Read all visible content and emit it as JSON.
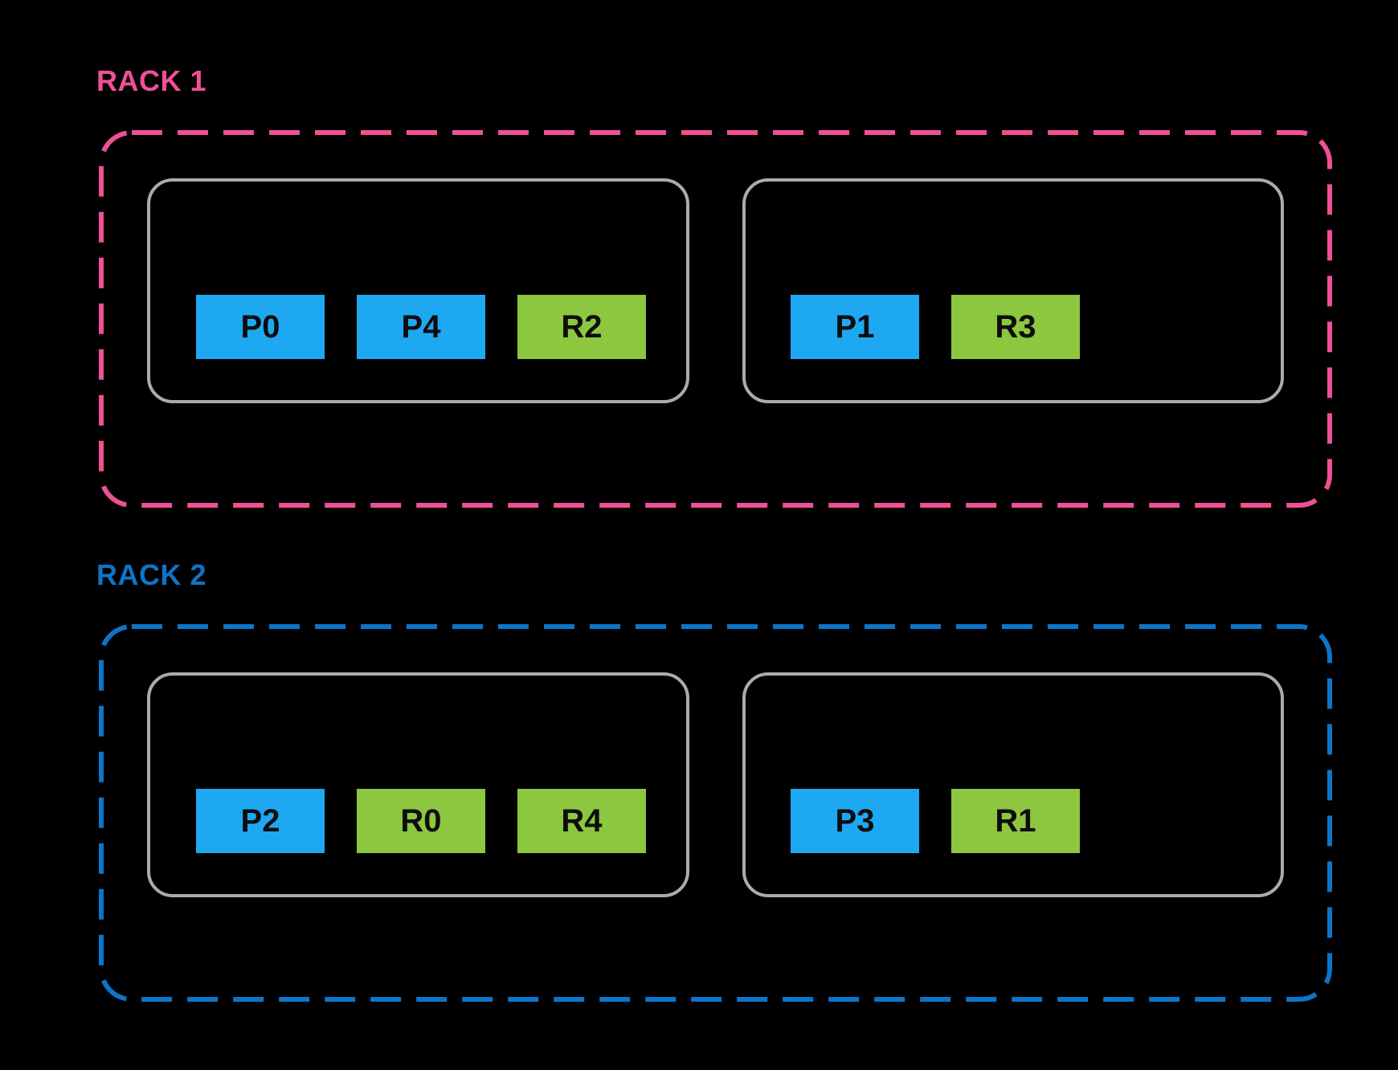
{
  "colors": {
    "background": "#000000",
    "rack1_accent": "#EF5097",
    "rack2_accent": "#0E74C8",
    "partition_fill": "#1EA8F2",
    "replica_fill": "#8DC63F",
    "node_border": "#ABABAB",
    "block_text": "#0D0D0D"
  },
  "racks": [
    {
      "label": "RACK 1",
      "accent": "#EF5097",
      "nodes": [
        {
          "blocks": [
            {
              "label": "P0",
              "type": "partition"
            },
            {
              "label": "P4",
              "type": "partition"
            },
            {
              "label": "R2",
              "type": "replica"
            }
          ]
        },
        {
          "blocks": [
            {
              "label": "P1",
              "type": "partition"
            },
            {
              "label": "R3",
              "type": "replica"
            }
          ]
        }
      ]
    },
    {
      "label": "RACK 2",
      "accent": "#0E74C8",
      "nodes": [
        {
          "blocks": [
            {
              "label": "P2",
              "type": "partition"
            },
            {
              "label": "R0",
              "type": "replica"
            },
            {
              "label": "R4",
              "type": "replica"
            }
          ]
        },
        {
          "blocks": [
            {
              "label": "P3",
              "type": "partition"
            },
            {
              "label": "R1",
              "type": "replica"
            }
          ]
        }
      ]
    }
  ]
}
